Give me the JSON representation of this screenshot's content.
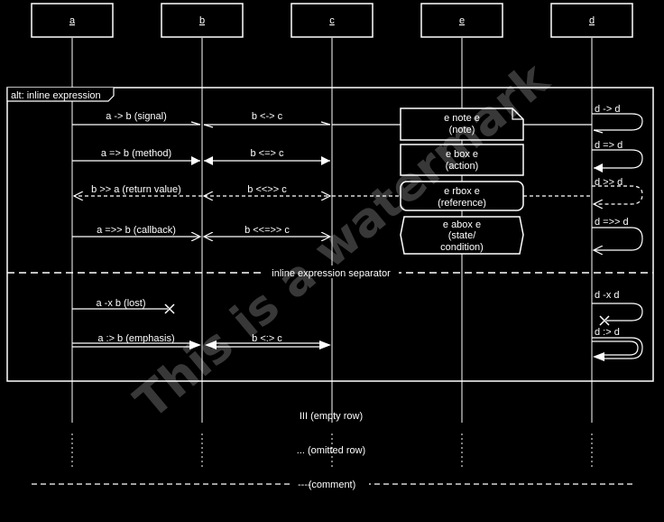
{
  "participants": [
    {
      "id": "a",
      "label": "a"
    },
    {
      "id": "b",
      "label": "b"
    },
    {
      "id": "c",
      "label": "c"
    },
    {
      "id": "e",
      "label": "e"
    },
    {
      "id": "d",
      "label": "d"
    }
  ],
  "fragment": {
    "label": "alt: inline expression",
    "separator_label": "inline expression separator"
  },
  "messages": {
    "a_b_signal": "a -> b (signal)",
    "b_c_signal": "b <-> c",
    "d_d_signal": "d -> d",
    "a_b_method": "a => b (method)",
    "b_c_method": "b <=> c",
    "d_d_method": "d => d",
    "b_a_return": "b >> a (return value)",
    "b_c_return": "b <<>> c",
    "d_d_return": "d >> d",
    "a_b_callback": "a =>> b (callback)",
    "b_c_callback": "b <<=>> c",
    "d_d_callback": "d =>> d",
    "a_b_lost": "a -x b (lost)",
    "d_d_lost": "d -x d",
    "a_b_emphasis": "a :> b (emphasis)",
    "b_c_emphasis": "b <:> c",
    "d_d_emphasis": "d :> d"
  },
  "boxes": {
    "note": [
      "e note e",
      "(note)"
    ],
    "action": [
      "e box e",
      "(action)"
    ],
    "reference": [
      "e rbox e",
      "(reference)"
    ],
    "condition": [
      "e abox e",
      "(state/",
      "condition)"
    ]
  },
  "rows": {
    "empty": "III (empty row)",
    "omitted": "... (omitted row)",
    "comment": "(comment)"
  },
  "watermark": "This is a watermark"
}
